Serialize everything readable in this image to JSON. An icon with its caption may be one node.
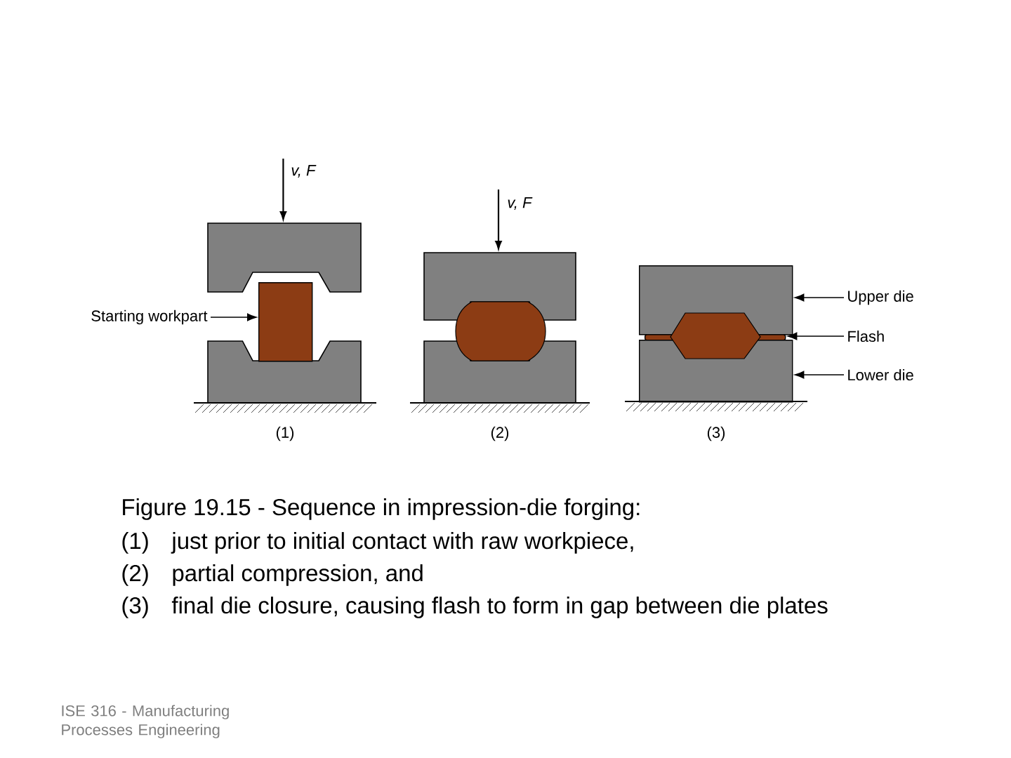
{
  "diagram": {
    "caption": "Figure 19.15 - Sequence in impression-die forging:",
    "nodes": [
      {
        "text": [
          "Starting workpart"
        ]
      },
      {
        "text": [],
        "shape": "box"
      },
      {
        "text": [
          "Upper die"
        ]
      },
      {
        "text": [],
        "shape": "box"
      },
      {
        "text": [
          "Flash"
        ]
      },
      {
        "text": [],
        "shape": "bar"
      },
      {
        "text": [
          "Lower die"
        ]
      },
      {
        "text": [],
        "shape": "box"
      }
    ],
    "edges": [
      {
        "from": 0,
        "to": 1,
        "arrow": "to"
      },
      {
        "from": 2,
        "to": 3,
        "arrow": "to"
      },
      {
        "from": 4,
        "to": 5,
        "arrow": "to"
      },
      {
        "from": 6,
        "to": 7,
        "arrow": "to"
      }
    ],
    "labels": [
      "v, F",
      "v, F",
      "(1)",
      "(2)",
      "(3)",
      "(1)",
      "just prior to initial contact with raw workpiece,",
      "(2)",
      "partial compression, and",
      "(3)",
      "final die closure, causing flash to form in gap between die plates",
      "ISE 316 - Manufacturing Processes Engineering"
    ]
  }
}
